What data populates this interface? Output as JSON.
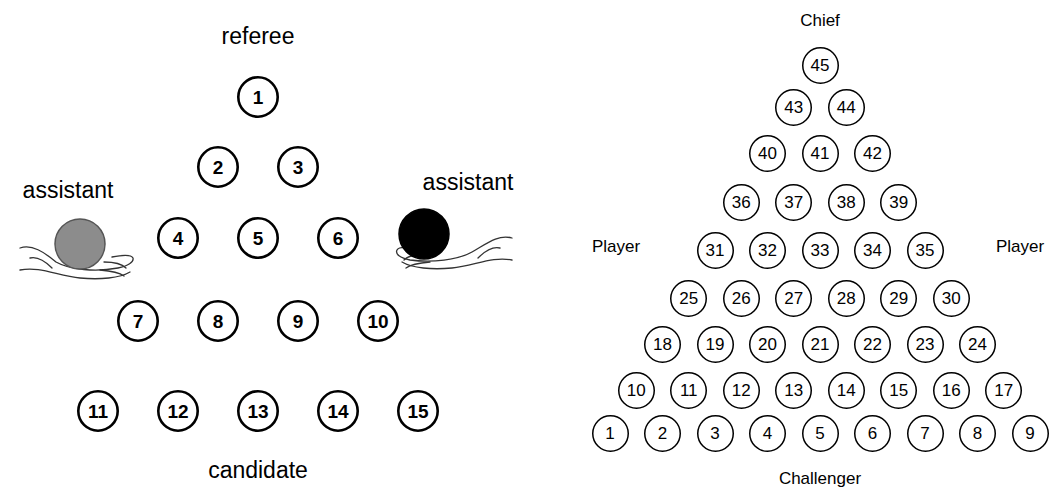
{
  "diagram": {
    "nodes": [
      {
        "text": [
          "1"
        ]
      },
      {
        "text": [
          "2"
        ]
      },
      {
        "text": [
          "3"
        ]
      },
      {
        "text": [
          "4"
        ]
      },
      {
        "text": [
          "5"
        ]
      },
      {
        "text": [
          "6"
        ]
      },
      {
        "text": [
          "7"
        ]
      },
      {
        "text": [
          "8"
        ]
      },
      {
        "text": [
          "9"
        ]
      },
      {
        "text": [
          "10"
        ]
      },
      {
        "text": [
          "11"
        ]
      },
      {
        "text": [
          "12"
        ]
      },
      {
        "text": [
          "13"
        ]
      },
      {
        "text": [
          "14"
        ]
      },
      {
        "text": [
          "15"
        ]
      },
      {
        "text": [
          "45"
        ]
      },
      {
        "text": [
          "43"
        ]
      },
      {
        "text": [
          "44"
        ]
      },
      {
        "text": [
          "40"
        ]
      },
      {
        "text": [
          "41"
        ]
      },
      {
        "text": [
          "42"
        ]
      },
      {
        "text": [
          "36"
        ]
      },
      {
        "text": [
          "37"
        ]
      },
      {
        "text": [
          "38"
        ]
      },
      {
        "text": [
          "39"
        ]
      },
      {
        "text": [
          "31"
        ]
      },
      {
        "text": [
          "32"
        ]
      },
      {
        "text": [
          "33"
        ]
      },
      {
        "text": [
          "34"
        ]
      },
      {
        "text": [
          "35"
        ]
      },
      {
        "text": [
          "25"
        ]
      },
      {
        "text": [
          "26"
        ]
      },
      {
        "text": [
          "27"
        ]
      },
      {
        "text": [
          "28"
        ]
      },
      {
        "text": [
          "29"
        ]
      },
      {
        "text": [
          "30"
        ]
      },
      {
        "text": [
          "18"
        ]
      },
      {
        "text": [
          "19"
        ]
      },
      {
        "text": [
          "20"
        ]
      },
      {
        "text": [
          "21"
        ]
      },
      {
        "text": [
          "22"
        ]
      },
      {
        "text": [
          "23"
        ]
      },
      {
        "text": [
          "24"
        ]
      },
      {
        "text": [
          "10"
        ]
      },
      {
        "text": [
          "11"
        ]
      },
      {
        "text": [
          "12"
        ]
      },
      {
        "text": [
          "13"
        ]
      },
      {
        "text": [
          "14"
        ]
      },
      {
        "text": [
          "15"
        ]
      },
      {
        "text": [
          "16"
        ]
      },
      {
        "text": [
          "17"
        ]
      },
      {
        "text": [
          "1"
        ]
      },
      {
        "text": [
          "2"
        ]
      },
      {
        "text": [
          "3"
        ]
      },
      {
        "text": [
          "4"
        ]
      },
      {
        "text": [
          "5"
        ]
      },
      {
        "text": [
          "6"
        ]
      },
      {
        "text": [
          "7"
        ]
      },
      {
        "text": [
          "8"
        ]
      },
      {
        "text": [
          "9"
        ]
      }
    ],
    "labels": [
      "referee",
      "assistant",
      "assistant",
      "candidate",
      "Chief",
      "Player",
      "Player",
      "Challenger"
    ]
  }
}
